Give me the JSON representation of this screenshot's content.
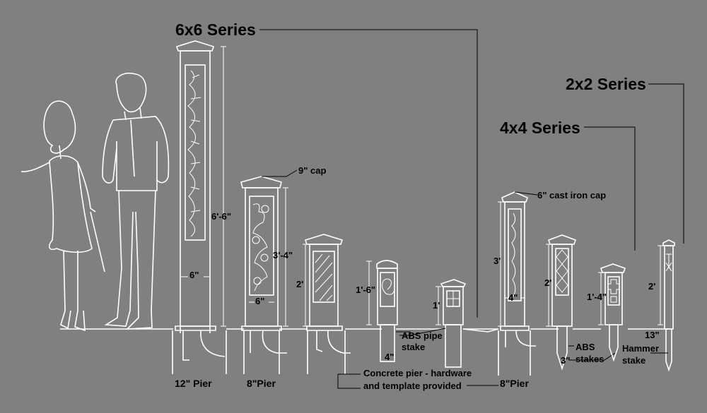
{
  "series": {
    "s6x6": "6x6 Series",
    "s4x4": "4x4 Series",
    "s2x2": "2x2 Series"
  },
  "dimensions": {
    "d6_6": "6'-6\"",
    "d6in_a": "6\"",
    "d3_4": "3'-4\"",
    "d6in_b": "6\"",
    "d2_a": "2'",
    "d1_6": "1'-6\"",
    "d1_a": "1'",
    "d3": "3'",
    "d4in": "4\"",
    "d2_b": "2'",
    "d1_4": "1'-4\"",
    "d2_c": "2'",
    "d4in_stake": "4\"",
    "d3in_stake": "3\"",
    "d13in": "13\""
  },
  "callouts": {
    "cap9": "9\" cap",
    "cap6": "6\" cast iron cap",
    "abs_pipe_1": "ABS pipe",
    "abs_pipe_2": "stake",
    "concrete_1": "Concrete pier - hardware",
    "concrete_2": "and template provided",
    "abs_stakes_1": "ABS",
    "abs_stakes_2": "stakes",
    "hammer_1": "Hammer",
    "hammer_2": "stake"
  },
  "piers": {
    "p12": "12\" Pier",
    "p8a": "8\"Pier",
    "p8b": "8\"Pier"
  },
  "colors": {
    "background": "#808080",
    "line_art": "#ffffff",
    "text": "#000000"
  }
}
